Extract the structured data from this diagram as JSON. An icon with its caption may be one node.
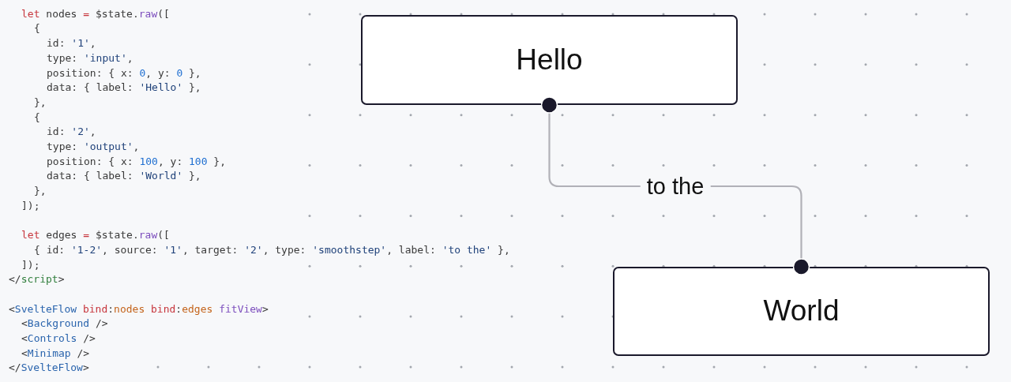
{
  "diagram": {
    "nodes": [
      {
        "text": [
          "Hello"
        ]
      },
      {
        "text": [
          "World"
        ]
      }
    ],
    "edges": [
      {
        "from": 0,
        "to": 1,
        "arrow": "other",
        "label": "to the"
      }
    ],
    "labels": [
      "let nodes = $state.raw([",
      "{",
      "id: '1',",
      "type: 'input',",
      "position: { x: 0, y: 0 },",
      "data: { label: 'Hello' },",
      "},",
      "{",
      "id: '2',",
      "type: 'output',",
      "position: { x: 100, y: 100 },",
      "data: { label: 'World' },",
      "},",
      "]);",
      "let edges = $state.raw([",
      "{ id: '1-2', source: '1', target: '2', type: 'smoothstep', label: 'to the' },",
      "]);",
      "</script>",
      "<SvelteFlow bind:nodes bind:edges fitView>",
      "<Background />",
      "<Controls />",
      "<Minimap />",
      "</SvelteFlow>"
    ]
  }
}
